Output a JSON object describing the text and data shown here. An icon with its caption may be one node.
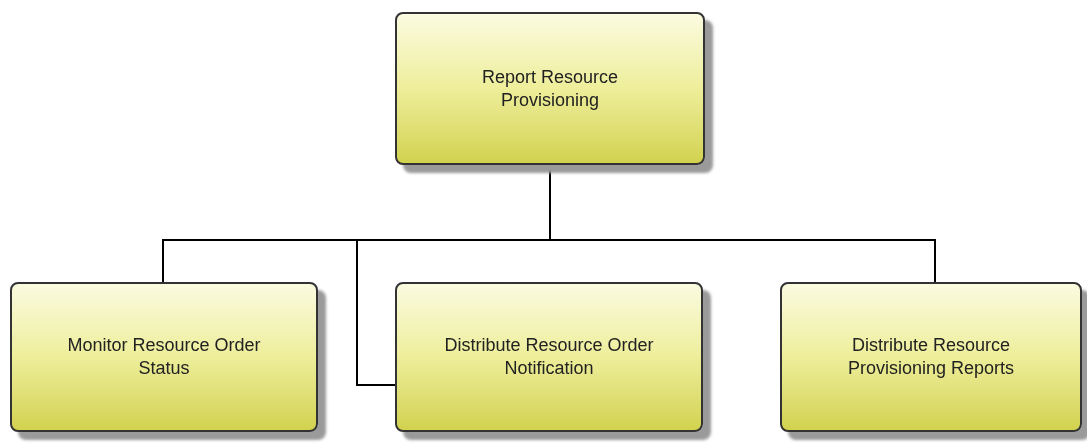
{
  "diagram": {
    "nodes": [
      {
        "text": [
          "Report Resource Provisioning"
        ]
      },
      {
        "text": [
          "Monitor Resource Order Status"
        ]
      },
      {
        "text": [
          "Distribute Resource Order Notification"
        ]
      },
      {
        "text": [
          "Distribute Resource Provisioning Reports"
        ]
      }
    ],
    "edges": [
      {
        "from": 0,
        "to": 1,
        "arrow": "none"
      },
      {
        "from": 0,
        "to": 2,
        "arrow": "none"
      },
      {
        "from": 0,
        "to": 3,
        "arrow": "none"
      }
    ]
  }
}
